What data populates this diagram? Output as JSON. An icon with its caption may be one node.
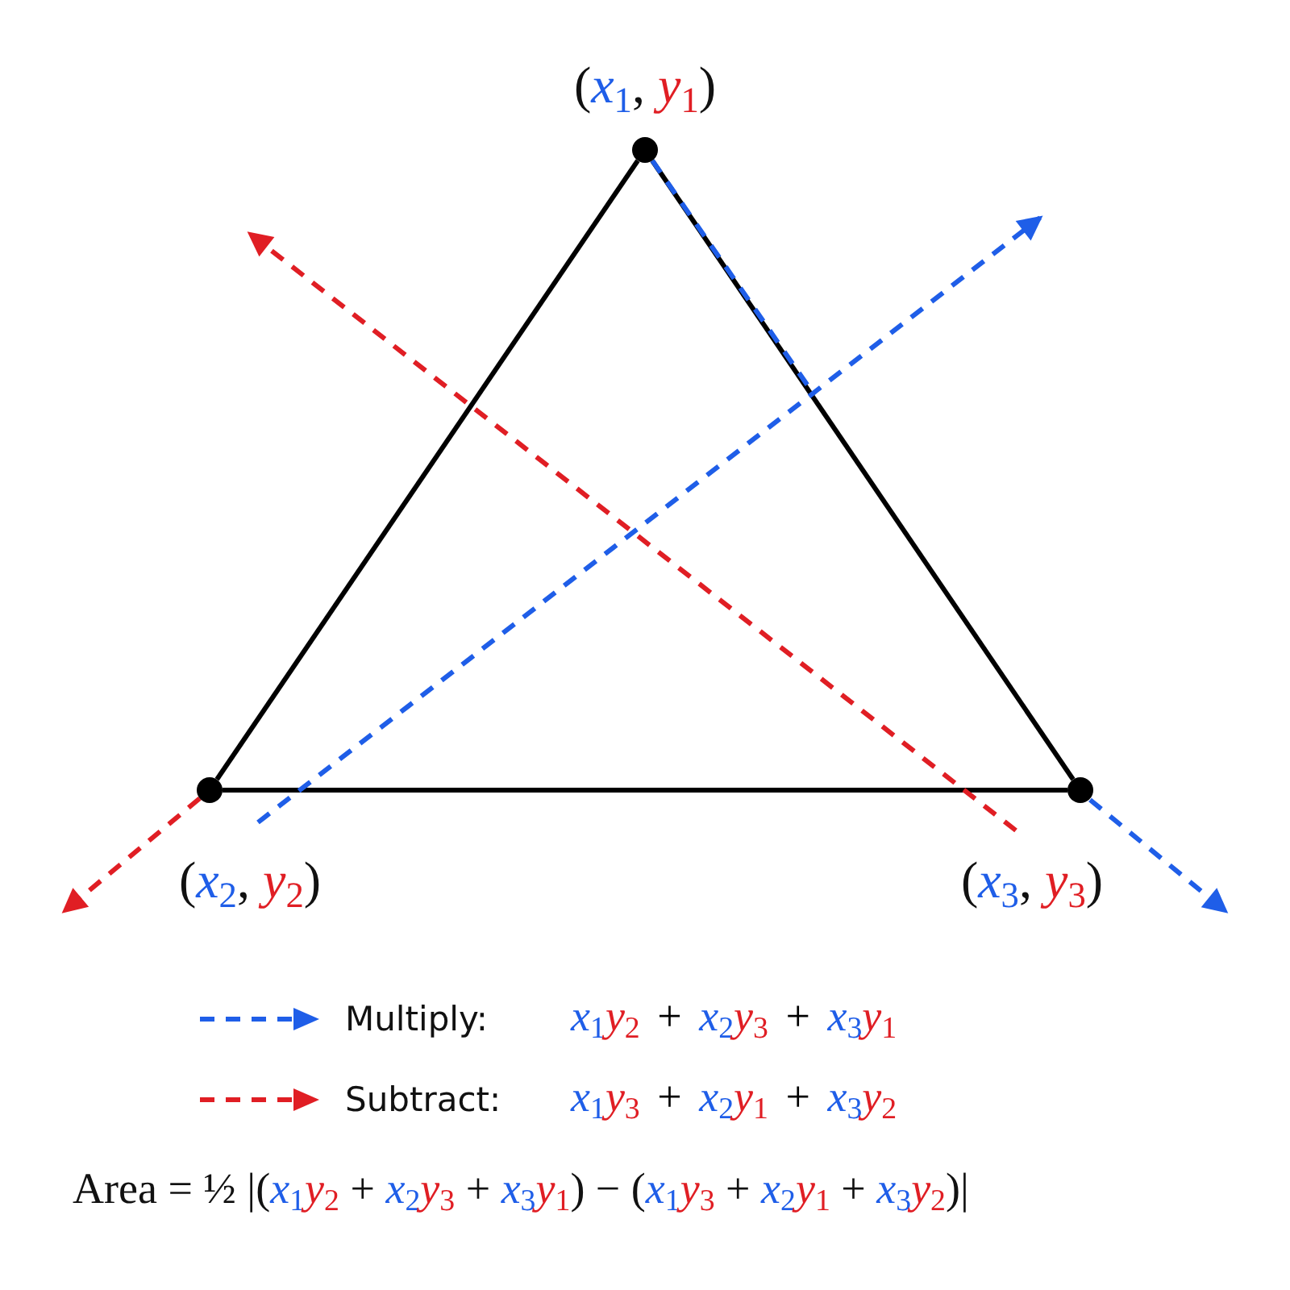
{
  "diagram": {
    "nodes": [
      {
        "text": [],
        "shape": "circle",
        "beside": [
          "(*x*$_{1}$, *y*$_{1}$)"
        ]
      },
      {
        "text": [],
        "shape": "circle",
        "beside": [
          "(*x*$_{2}$, *y*$_{2}$)"
        ]
      },
      {
        "text": [],
        "shape": "circle",
        "beside": [
          "(*x*$_{3}$, *y*$_{3}$)"
        ]
      }
    ],
    "edges": [
      {
        "from": 0,
        "to": 1,
        "arrow": "none"
      },
      {
        "from": 1,
        "to": 2,
        "arrow": "none"
      },
      {
        "from": 2,
        "to": 0,
        "arrow": "none"
      },
      {
        "from": 0,
        "to": null,
        "arrow": "to",
        "style": "dashed",
        "color": "#1f5ee8"
      },
      {
        "from": 1,
        "to": null,
        "arrow": "to",
        "style": "dashed",
        "color": "#1f5ee8"
      },
      {
        "from": 2,
        "to": null,
        "arrow": "to",
        "style": "dashed",
        "color": "#e01e24"
      },
      {
        "from": 1,
        "to": null,
        "arrow": "to",
        "style": "dashed",
        "color": "#e01e24"
      }
    ],
    "labels": [
      "*x*$_{1}$*y*$_{2}$ + *x*$_{2}$*y*$_{3}$ + *x*$_{3}$*y*$_{1}$",
      "*x*$_{1}$*y*$_{3}$ + *x*$_{2}$*y*$_{1}$ + *x*$_{3}$*y*$_{2}$",
      "Area = ½ |(*x*$_{1}$*y*$_{2}$ + *x*$_{2}$*y*$_{3}$ + *x*$_{3}$*y*$_{1}$) − (*x*$_{1}$*y*$_{3}$ + *x*$_{2}$*y*$_{1}$ + *x*$_{3}$*y*$_{2}$)|"
    ],
    "legend": [
      {
        "text": "Multiply:",
        "color": "#1f5ee8"
      },
      {
        "text": "Subtract:",
        "color": "#e01e24"
      }
    ]
  }
}
